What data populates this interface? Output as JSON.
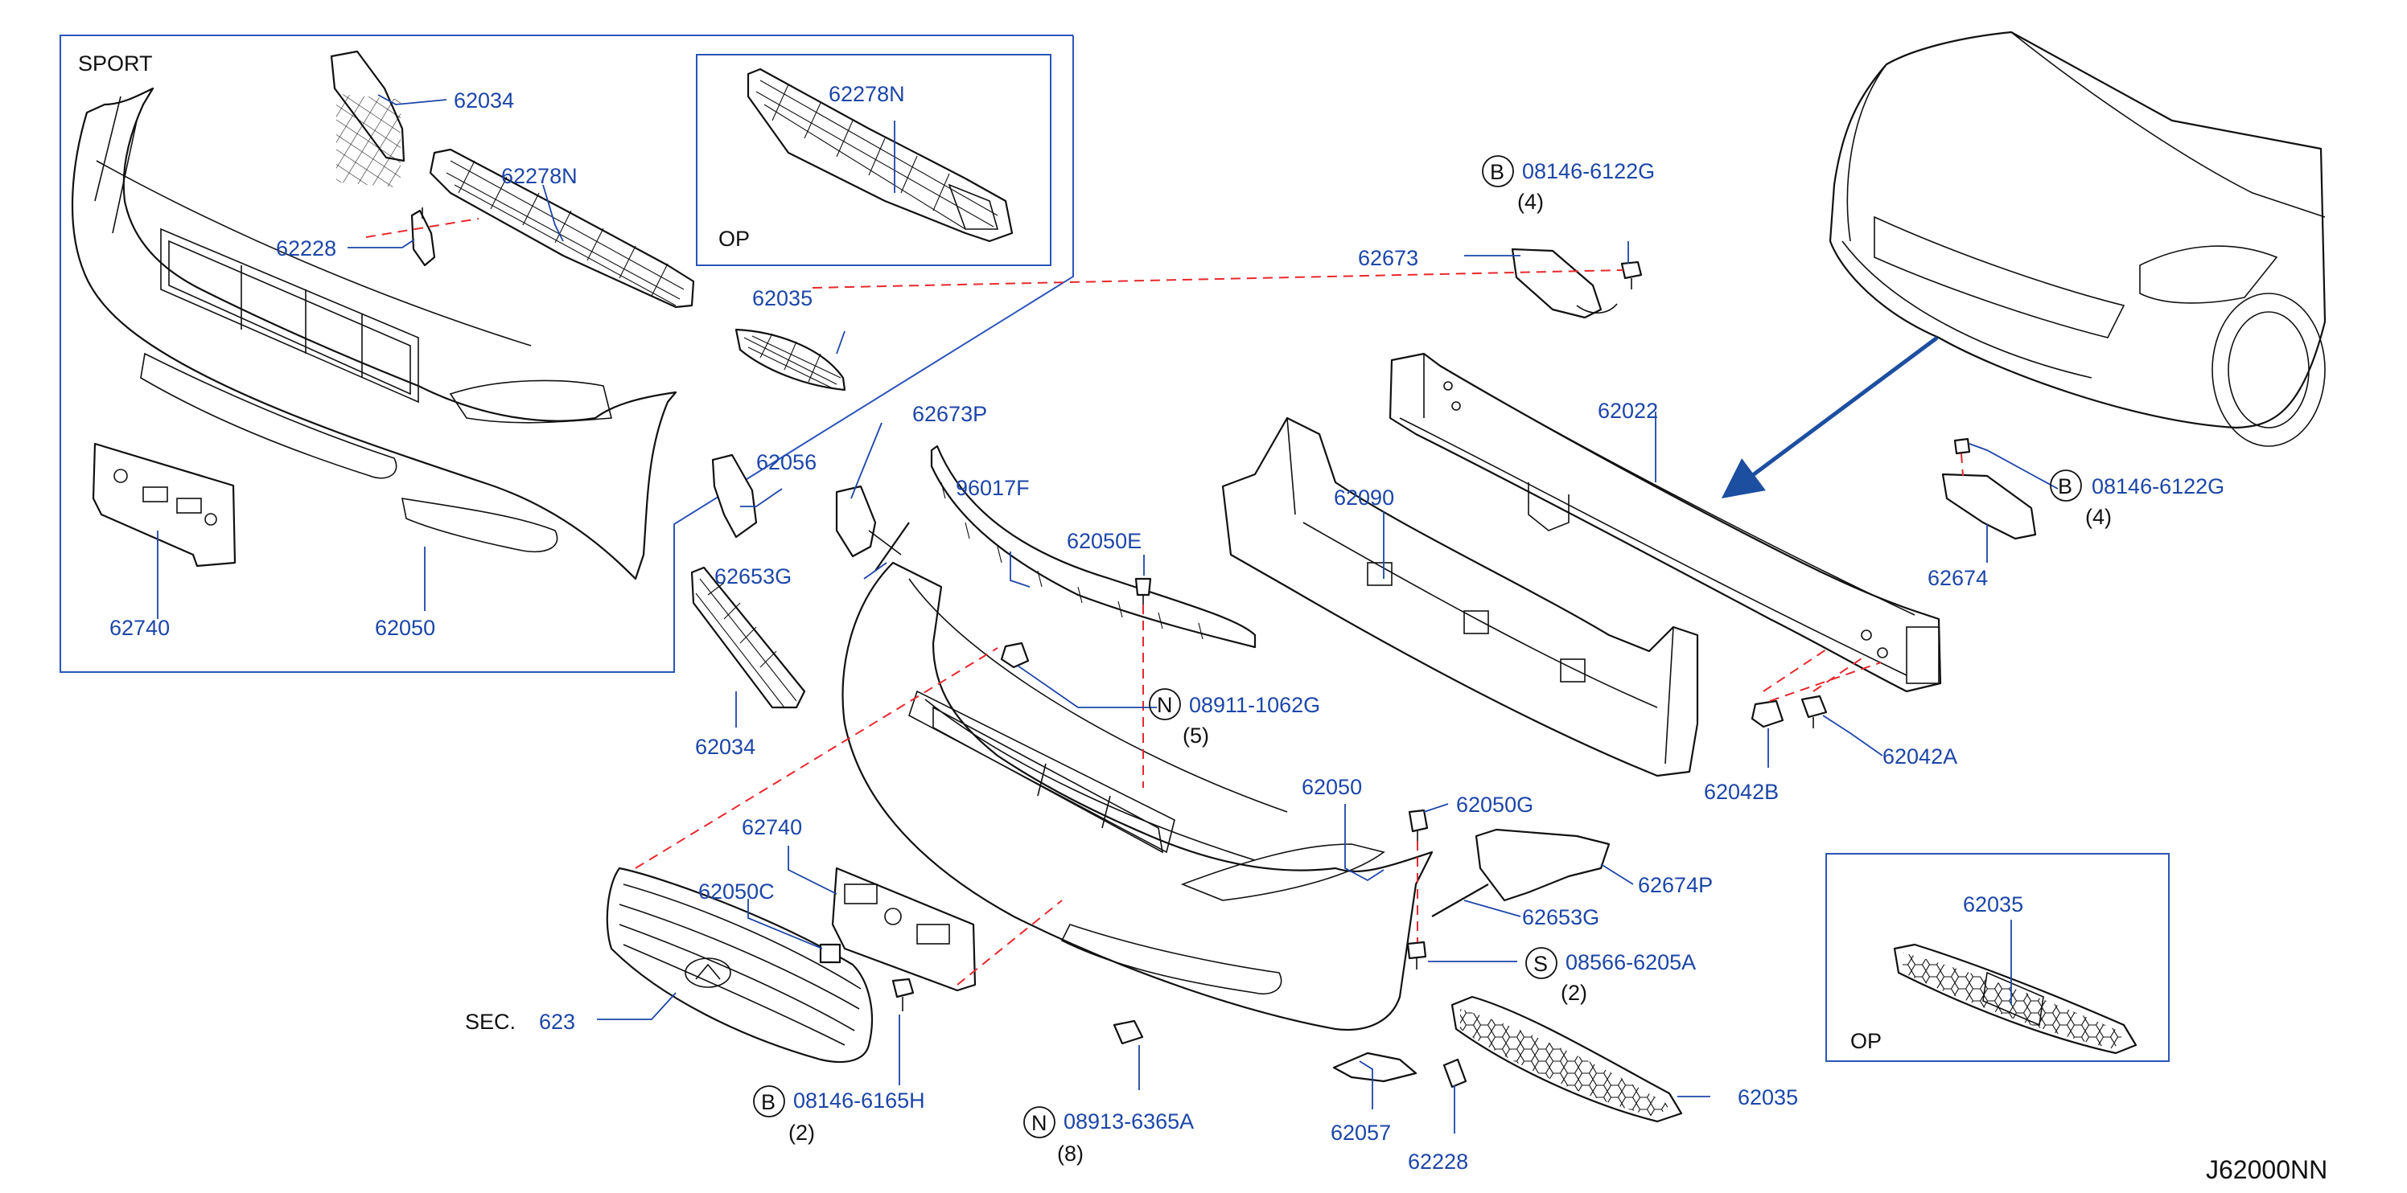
{
  "colors": {
    "label": "#1c46a8",
    "text": "#111111",
    "dash": "#e8282d",
    "leader": "#1c46a8",
    "arrow": "#1c4fa0"
  },
  "diagram_id": "J62000NN",
  "sec_prefix": "SEC.",
  "callouts": [
    {
      "id": "c-sport",
      "text": "SPORT",
      "style": "plain"
    },
    {
      "id": "c-op1",
      "text": "OP",
      "style": "plain"
    },
    {
      "id": "c-op2",
      "text": "OP",
      "style": "plain"
    },
    {
      "id": "c-62034a",
      "text": "62034",
      "style": "part"
    },
    {
      "id": "c-62278n-a",
      "text": "62278N",
      "style": "part"
    },
    {
      "id": "c-62278n-b",
      "text": "62278N",
      "style": "part"
    },
    {
      "id": "c-62228a",
      "text": "62228",
      "style": "part"
    },
    {
      "id": "c-62035a",
      "text": "62035",
      "style": "part"
    },
    {
      "id": "c-62740a",
      "text": "62740",
      "style": "part"
    },
    {
      "id": "c-62050a",
      "text": "62050",
      "style": "part"
    },
    {
      "id": "c-62673",
      "text": "62673",
      "style": "part"
    },
    {
      "id": "c-b1",
      "text": "08146-6122G",
      "circle": "B",
      "qty": "(4)",
      "style": "part"
    },
    {
      "id": "c-62022",
      "text": "62022",
      "style": "part"
    },
    {
      "id": "c-62090",
      "text": "62090",
      "style": "part"
    },
    {
      "id": "c-b2",
      "text": "08146-6122G",
      "circle": "B",
      "qty": "(4)",
      "style": "part"
    },
    {
      "id": "c-62674",
      "text": "62674",
      "style": "part"
    },
    {
      "id": "c-62673p",
      "text": "62673P",
      "style": "part"
    },
    {
      "id": "c-62056",
      "text": "62056",
      "style": "part"
    },
    {
      "id": "c-96017f",
      "text": "96017F",
      "style": "part"
    },
    {
      "id": "c-62050e",
      "text": "62050E",
      "style": "part"
    },
    {
      "id": "c-62653g-a",
      "text": "62653G",
      "style": "part"
    },
    {
      "id": "c-n1",
      "text": "08911-1062G",
      "circle": "N",
      "qty": "(5)",
      "style": "part"
    },
    {
      "id": "c-62034b",
      "text": "62034",
      "style": "part"
    },
    {
      "id": "c-62042b",
      "text": "62042B",
      "style": "part"
    },
    {
      "id": "c-62042a",
      "text": "62042A",
      "style": "part"
    },
    {
      "id": "c-62050b",
      "text": "62050",
      "style": "part"
    },
    {
      "id": "c-62050g",
      "text": "62050G",
      "style": "part"
    },
    {
      "id": "c-62740b",
      "text": "62740",
      "style": "part"
    },
    {
      "id": "c-62674p",
      "text": "62674P",
      "style": "part"
    },
    {
      "id": "c-62050c",
      "text": "62050C",
      "style": "part"
    },
    {
      "id": "c-62653g-b",
      "text": "62653G",
      "style": "part"
    },
    {
      "id": "c-s1",
      "text": "08566-6205A",
      "circle": "S",
      "qty": "(2)",
      "style": "part"
    },
    {
      "id": "c-sec623",
      "text": "623",
      "style": "part"
    },
    {
      "id": "c-b3",
      "text": "08146-6165H",
      "circle": "B",
      "qty": "(2)",
      "style": "part"
    },
    {
      "id": "c-n2",
      "text": "08913-6365A",
      "circle": "N",
      "qty": "(8)",
      "style": "part"
    },
    {
      "id": "c-62057",
      "text": "62057",
      "style": "part"
    },
    {
      "id": "c-62228b",
      "text": "62228",
      "style": "part"
    },
    {
      "id": "c-62035b",
      "text": "62035",
      "style": "part"
    },
    {
      "id": "c-62035c",
      "text": "62035",
      "style": "part"
    }
  ]
}
